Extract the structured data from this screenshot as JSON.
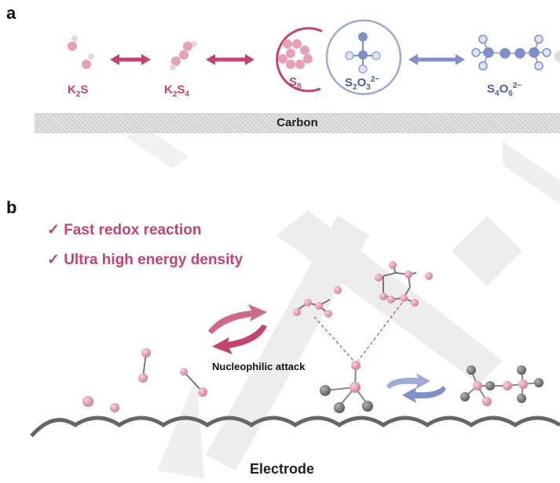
{
  "panel_a": {
    "letter": "a",
    "species": [
      {
        "main": "K",
        "sub1": "2",
        "mid": "S",
        "sub2": "",
        "sup": ""
      },
      {
        "main": "K",
        "sub1": "2",
        "mid": "S",
        "sub2": "4",
        "sup": ""
      },
      {
        "main": "S",
        "sub1": "8",
        "mid": "",
        "sub2": "",
        "sup": ""
      },
      {
        "main": "S",
        "sub1": "2",
        "mid": "O",
        "sub2": "3",
        "sup": "2−"
      },
      {
        "main": "S",
        "sub1": "4",
        "mid": "O",
        "sub2": "6",
        "sup": "2−"
      }
    ],
    "substrate_label": "Carbon"
  },
  "panel_b": {
    "letter": "b",
    "check_mark": "✓",
    "features": [
      "Fast redox reaction",
      "Ultra high energy density"
    ],
    "mechanism_label": "Nucleophilic attack",
    "electrode_label": "Electrode"
  },
  "colors": {
    "pink": "#c4446e",
    "blue": "#4a5fa6",
    "sulfur_atom": "#e8a0b8",
    "oxygen_atom": "#dde4f6",
    "gray_atom": "#707070",
    "watermark": "#e8e8e8"
  }
}
